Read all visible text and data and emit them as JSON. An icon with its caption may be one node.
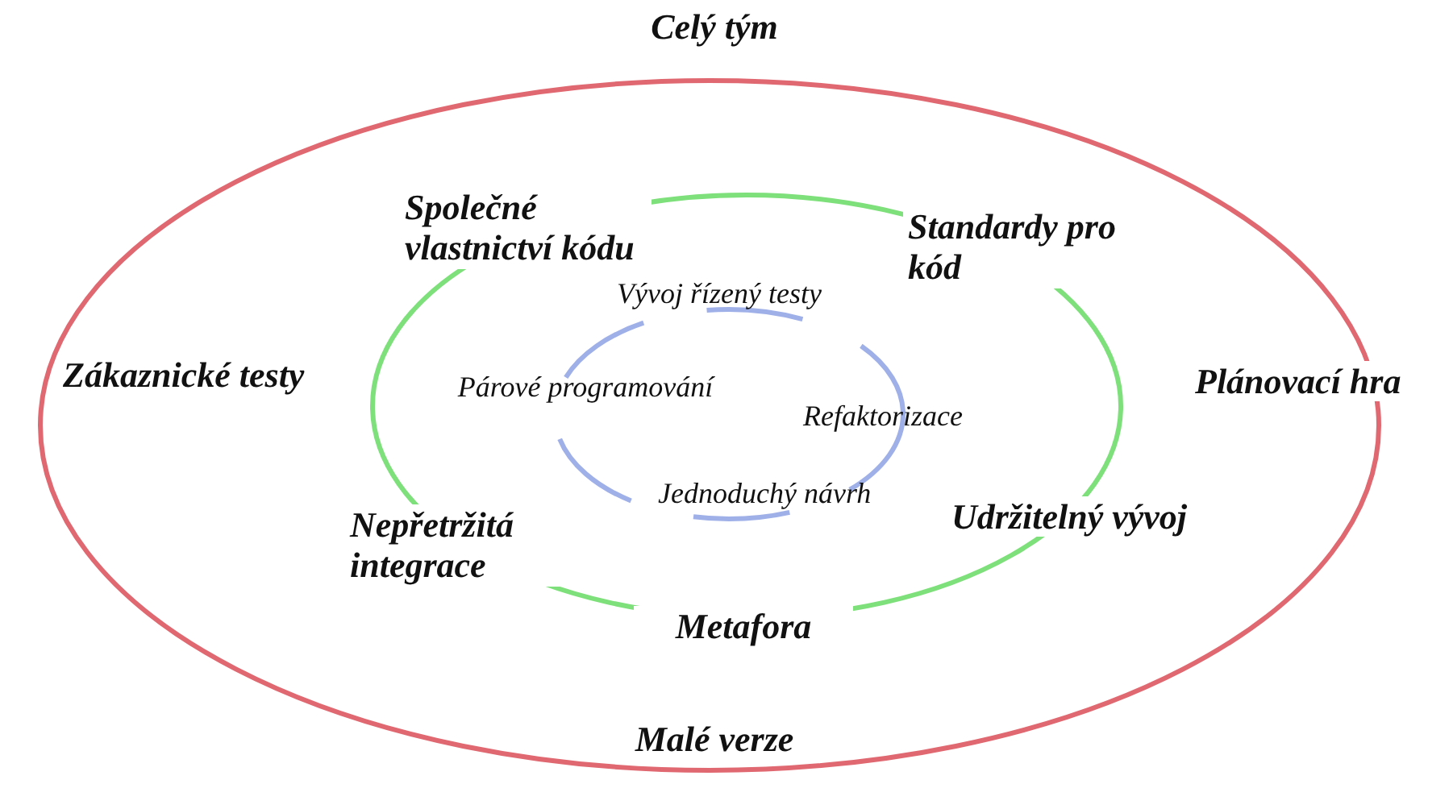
{
  "diagram": {
    "labels": [
      "Celý tým",
      "Společné vlastnictví kódu",
      "Standardy pro kód",
      "Vývoj řízený testy",
      "Zákaznické testy",
      "Párové programování",
      "Refaktorizace",
      "Plánovací hra",
      "Jednoduchý návrh",
      "Nepřetržitá integrace",
      "Udržitelný vývoj",
      "Metafora",
      "Malé verze"
    ]
  }
}
